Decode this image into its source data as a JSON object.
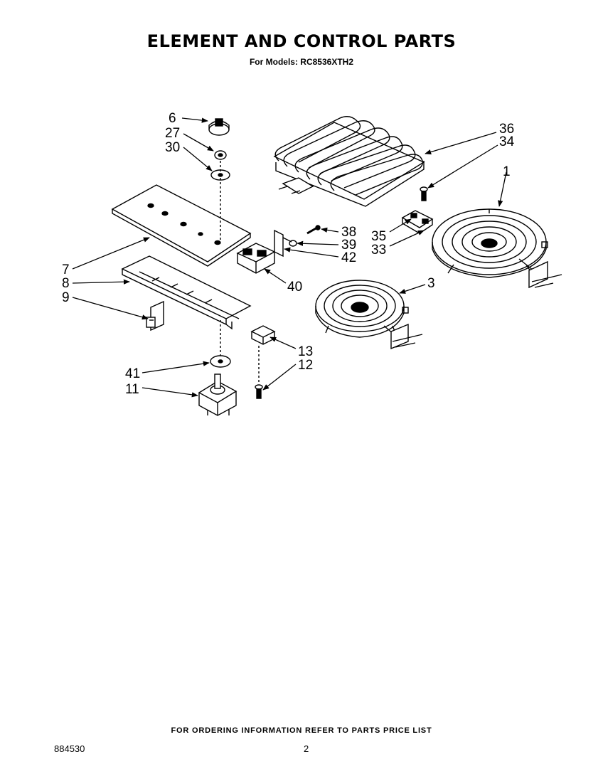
{
  "title": "ELEMENT AND CONTROL PARTS",
  "subtitle": "For Models: RC8536XTH2",
  "callouts": {
    "c6": "6",
    "c27": "27",
    "c30": "30",
    "c7": "7",
    "c8": "8",
    "c9": "9",
    "c41": "41",
    "c11": "11",
    "c13": "13",
    "c12": "12",
    "c38": "38",
    "c39": "39",
    "c42": "42",
    "c40": "40",
    "c36": "36",
    "c34": "34",
    "c1": "1",
    "c35": "35",
    "c33": "33",
    "c3": "3"
  },
  "footer": "FOR ORDERING INFORMATION REFER TO PARTS PRICE LIST",
  "doc_number": "884530",
  "page_number": "2"
}
